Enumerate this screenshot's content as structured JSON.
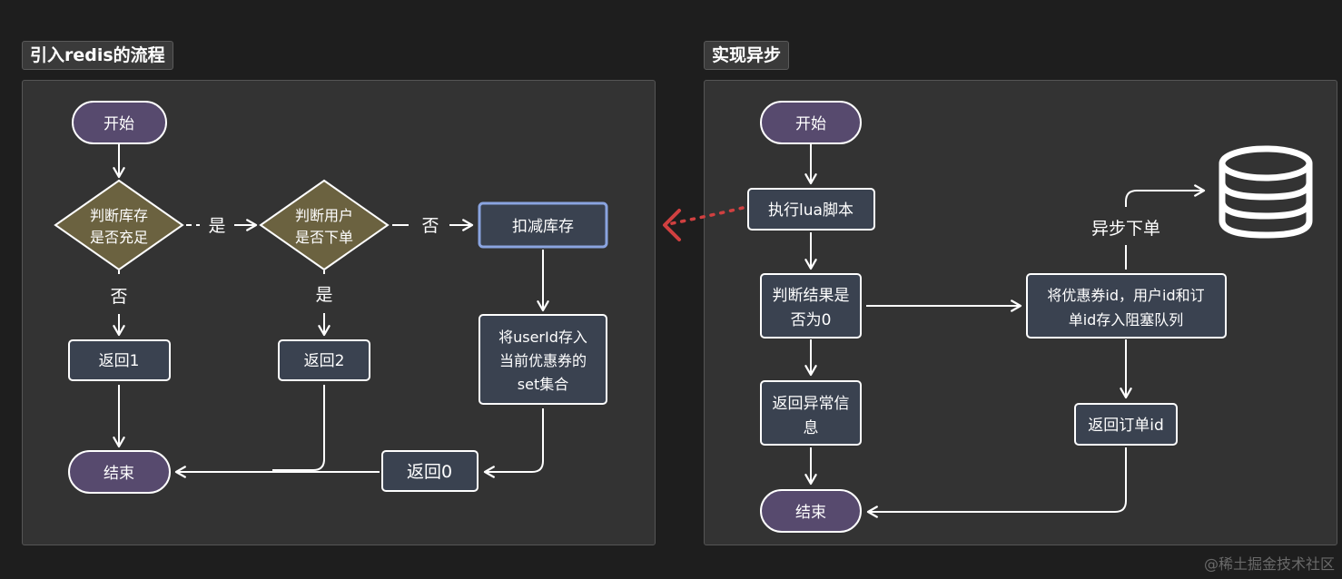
{
  "left_section": {
    "title": "引入redis的流程",
    "nodes": {
      "start": "开始",
      "check_stock": [
        "判断库存",
        "是否充足"
      ],
      "check_user": [
        "判断用户",
        "是否下单"
      ],
      "deduct_stock": "扣减库存",
      "save_user": [
        "将userId存入",
        "当前优惠券的",
        "set集合"
      ],
      "return1": "返回1",
      "return2": "返回2",
      "return0": "返回0",
      "end": "结束"
    },
    "labels": {
      "stock_yes": "是",
      "stock_no": "否",
      "user_no": "否",
      "user_yes": "是"
    }
  },
  "right_section": {
    "title": "实现异步",
    "nodes": {
      "start": "开始",
      "exec_lua": "执行lua脚本",
      "check_result": [
        "判断结果是",
        "否为0"
      ],
      "return_error": [
        "返回异常信",
        "息"
      ],
      "save_queue": [
        "将优惠券id，用户id和订",
        "单id存入阻塞队列"
      ],
      "return_order": "返回订单id",
      "end": "结束"
    },
    "labels": {
      "async_order": "异步下单"
    },
    "icons": [
      "database-icon"
    ]
  },
  "colors": {
    "terminal_fill": "#574a6e",
    "decision_fill": "#6b6240",
    "process_fill": "#3a4250",
    "highlight_border": "#8aa4e0",
    "link_arrow": "#d04040"
  },
  "watermark": "@稀土掘金技术社区"
}
